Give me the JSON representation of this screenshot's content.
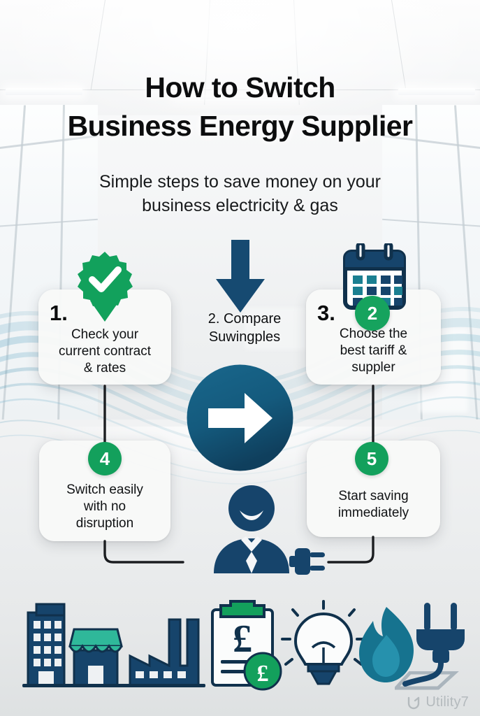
{
  "poster": {
    "title_line1": "How to Switch",
    "title_line2": "Business Energy Supplier",
    "subtitle_line1": "Simple steps to save money on your",
    "subtitle_line2": "business electricity & gas"
  },
  "colors": {
    "brand_navy": "#16446b",
    "brand_teal": "#14708c",
    "accent_green": "#13a05c",
    "accent_mint": "#3cc0a0",
    "card_bg": "#f8f9f8",
    "text_dark": "#0c0d0e",
    "connector": "#1b1d20",
    "watermark": "#8d969c"
  },
  "steps": [
    {
      "id": "step-1",
      "number_label": "1.",
      "badge": null,
      "icon": "verified-check-badge-icon",
      "text": "Check your current contract & rates",
      "lines": [
        "Check your",
        "current contract",
        "& rates"
      ]
    },
    {
      "id": "step-2",
      "number_label": "2.",
      "badge": null,
      "icon": "down-arrow-icon",
      "text": "2. Compare Suwingples",
      "lines": [
        "2. Compare",
        "Suwingples"
      ]
    },
    {
      "id": "step-3",
      "number_label": "3.",
      "badge": "2",
      "icon": "calendar-icon",
      "text": "Choose the best tariff & suppler",
      "lines": [
        "Choose the",
        "best tariff &",
        "suppler"
      ]
    },
    {
      "id": "step-4",
      "number_label": null,
      "badge": "4",
      "icon": null,
      "text": "Switch easily with no disruption",
      "lines": [
        "Switch easily",
        "with no",
        "disruption"
      ]
    },
    {
      "id": "step-5",
      "number_label": null,
      "badge": "5",
      "icon": null,
      "text": "Start saving immediately",
      "lines": [
        "Start saving",
        "immediately"
      ]
    }
  ],
  "center_graphic": {
    "icon": "circle-right-arrow-icon",
    "circle_color": "#14567a",
    "arrow_color": "#ffffff"
  },
  "person_graphic": {
    "icon": "business-person-icon",
    "color": "#16446b",
    "connected_icon": "power-plug-icon"
  },
  "bottom_icons": [
    {
      "name": "office-building-icon",
      "color": "#16446b"
    },
    {
      "name": "shop-storefront-icon",
      "color": "#2fb89a"
    },
    {
      "name": "factory-icon",
      "color": "#16446b"
    },
    {
      "name": "clipboard-pound-bill-icon",
      "color": "#13a05c",
      "symbol": "£"
    },
    {
      "name": "lightbulb-icon",
      "color": "#16446b"
    },
    {
      "name": "gas-flame-icon",
      "color": "#14708c"
    },
    {
      "name": "power-plug-icon",
      "color": "#16446b"
    }
  ],
  "currency_symbol": "£",
  "watermark": {
    "brand": "Utility7",
    "mark": "swoosh-logo-icon"
  }
}
